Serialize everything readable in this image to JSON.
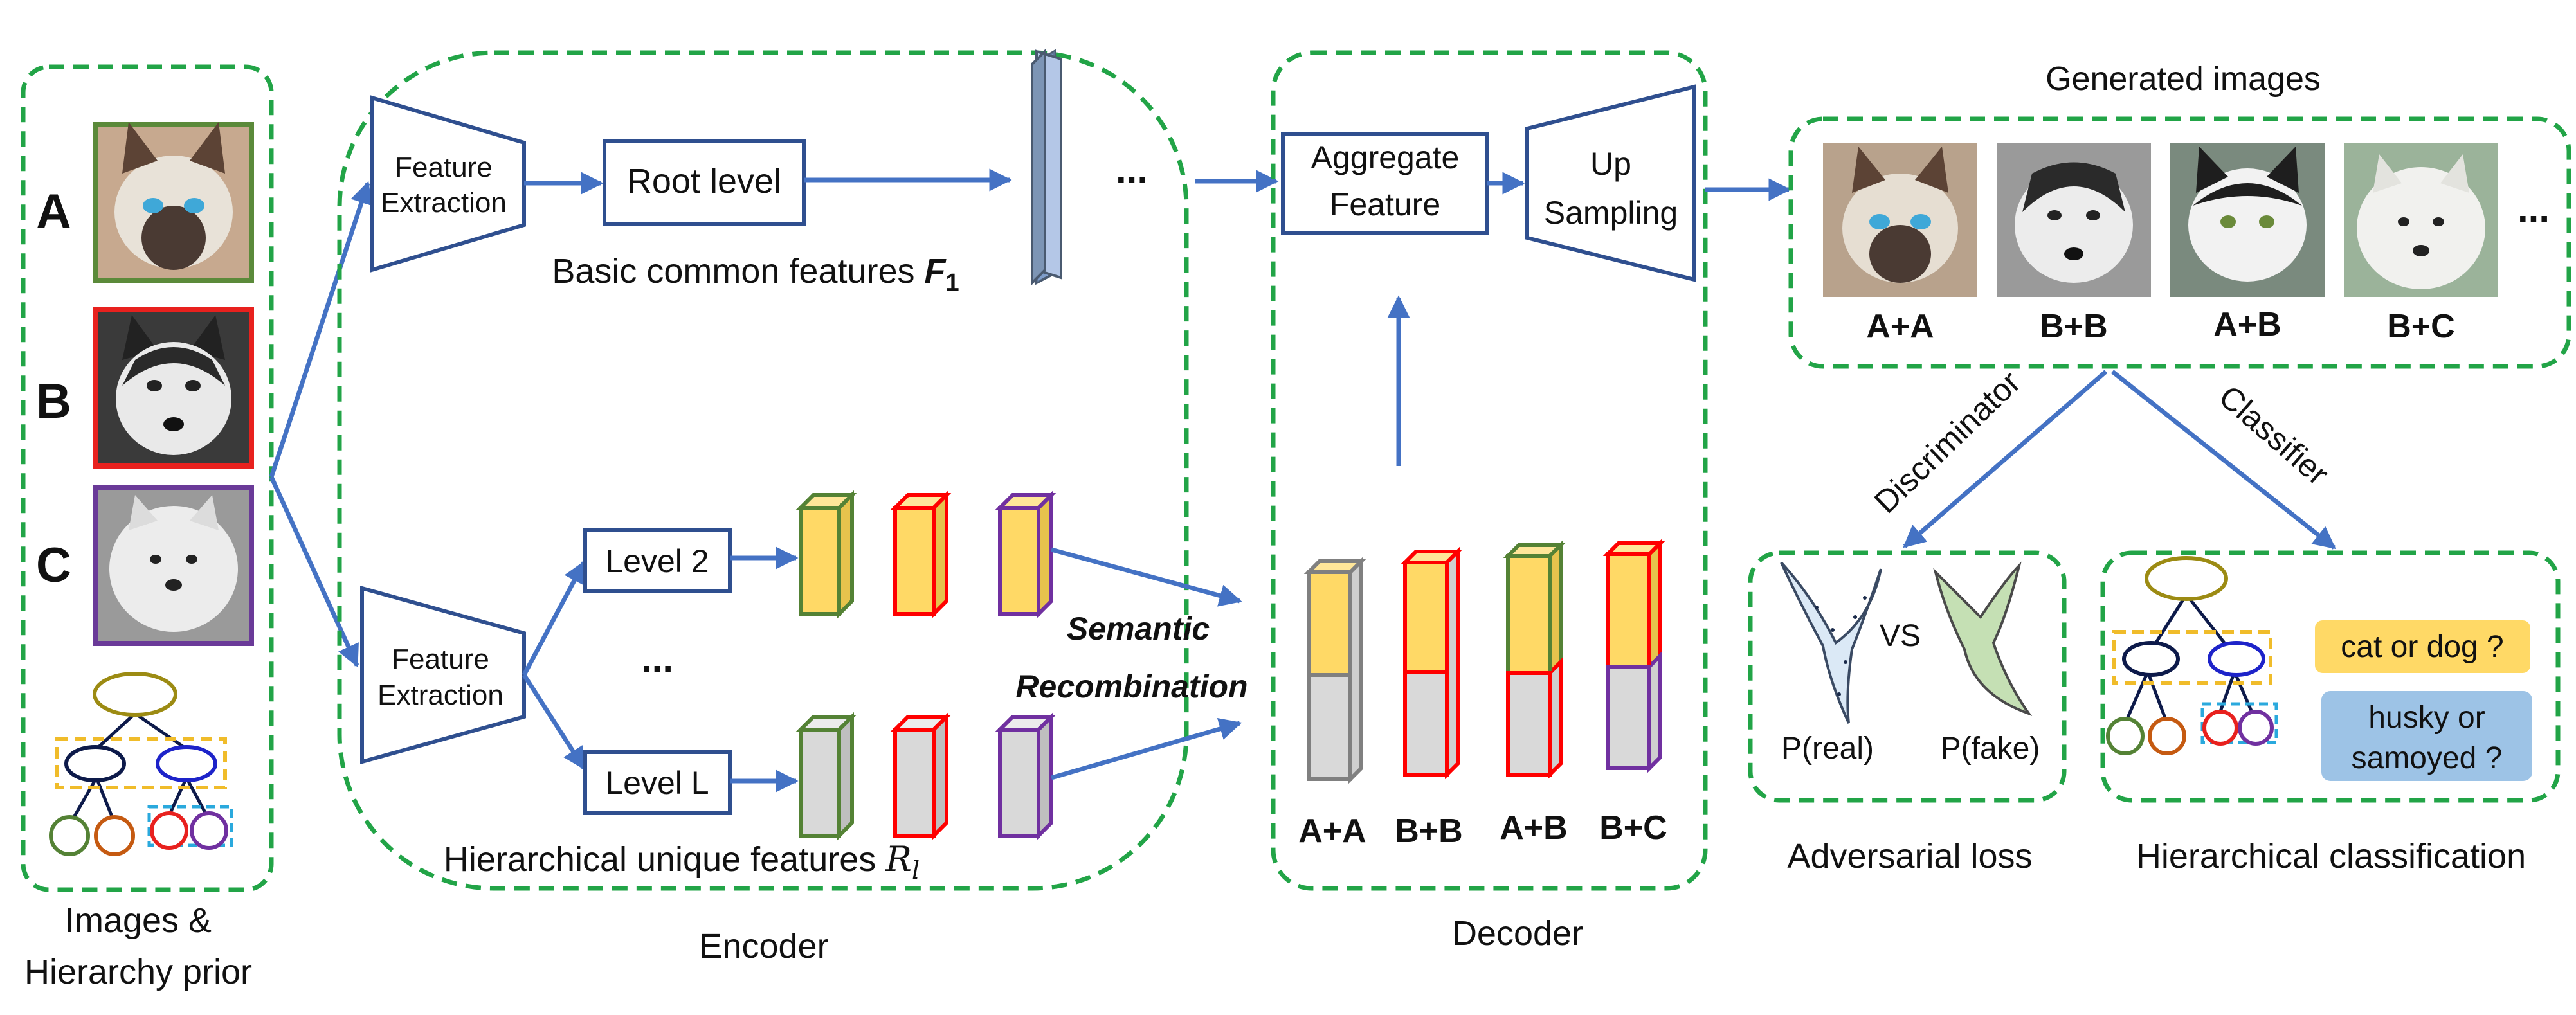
{
  "input_panel": {
    "rows": [
      {
        "letter": "A",
        "border": "#5b8a3a",
        "image": "siamese-cat-icon"
      },
      {
        "letter": "B",
        "border": "#e8211e",
        "image": "husky-dog-icon"
      },
      {
        "letter": "C",
        "border": "#6a3a98",
        "image": "samoyed-dog-icon"
      }
    ],
    "caption_line1": "Images &",
    "caption_line2": "Hierarchy prior"
  },
  "encoder": {
    "top_fe_line1": "Feature",
    "top_fe_line2": "Extraction",
    "root_level": "Root level",
    "ellipsis": "...",
    "basic_features": "Basic common features ",
    "basic_features_symbol": "F",
    "basic_features_sub": "1",
    "bottom_fe_line1": "Feature",
    "bottom_fe_line2": "Extraction",
    "level2": "Level 2",
    "levels_ellipsis": "...",
    "levelL": "Level L",
    "semantic_line1": "Semantic",
    "semantic_line2": "Recombination",
    "hier_features": "Hierarchical unique features ",
    "hier_features_symbol": "R",
    "hier_features_sub": "l",
    "caption": "Encoder"
  },
  "decoder": {
    "aggregate_line1": "Aggregate",
    "aggregate_line2": "Feature",
    "upsampling_line1": "Up",
    "upsampling_line2": "Sampling",
    "combos": [
      "A+A",
      "B+B",
      "A+B",
      "B+C"
    ],
    "caption": "Decoder"
  },
  "generated": {
    "title": "Generated images",
    "items": [
      {
        "label": "A+A",
        "image": "siamese-cat-icon"
      },
      {
        "label": "B+B",
        "image": "husky-dog-icon"
      },
      {
        "label": "A+B",
        "image": "black-white-cat-icon"
      },
      {
        "label": "B+C",
        "image": "white-dog-icon"
      }
    ],
    "ellipsis": "..."
  },
  "heads": {
    "discriminator": "Discriminator",
    "classifier": "Classifier"
  },
  "adversarial": {
    "vs": "VS",
    "real": "P(real)",
    "fake": "P(fake)",
    "caption": "Adversarial loss"
  },
  "classification": {
    "question1": "cat or dog ?",
    "question2_line1": "husky or",
    "question2_line2": "samoyed ?",
    "caption": "Hierarchical classification"
  },
  "colors": {
    "panel_border": "#22a447",
    "arrow": "#4472c4",
    "box_border": "#2f4f8f",
    "yellow": "#ffd966",
    "gray": "#d9d9d9",
    "green_edge": "#548235",
    "red_edge": "#ff0000",
    "purple_edge": "#7030a0",
    "blue_slab": "#8faadc"
  }
}
